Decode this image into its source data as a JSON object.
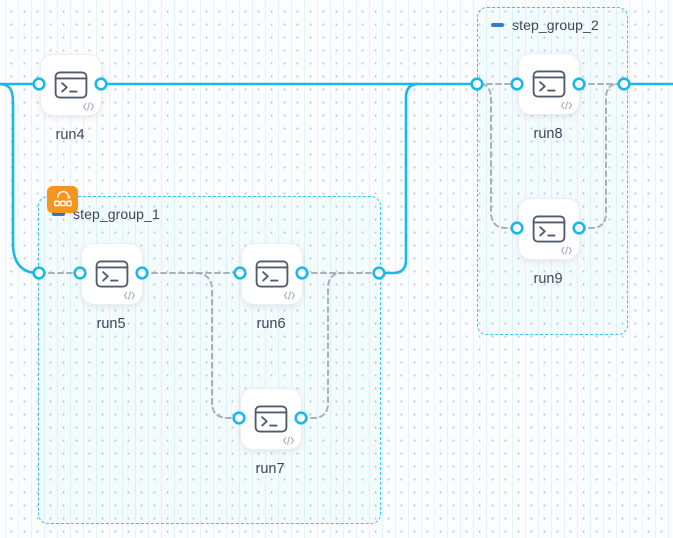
{
  "app": {
    "view": "workflow-graph-canvas"
  },
  "colors": {
    "edge_solid": "#18b9e8",
    "edge_dashed": "#a9b0ba",
    "group_border": "#35c4ec",
    "handle_ring": "#18b9e8",
    "badge_orange": "#f3951f",
    "collapse_blue": "#2e7cd6",
    "label_text": "#3c4858",
    "node_icon": "#515b6b"
  },
  "icons": {
    "node_type": "terminal-icon",
    "node_corner": "code-icon",
    "group_collapse": "minus-icon",
    "group1_badge": "loop-matrix-badge-icon"
  },
  "groups": [
    {
      "id": "step_group_1",
      "label": "step_group_1",
      "collapsed": false,
      "has_badge": true
    },
    {
      "id": "step_group_2",
      "label": "step_group_2",
      "collapsed": false,
      "has_badge": false
    }
  ],
  "nodes": [
    {
      "id": "run4",
      "label": "run4",
      "type": "script",
      "group": null
    },
    {
      "id": "run5",
      "label": "run5",
      "type": "script",
      "group": "step_group_1"
    },
    {
      "id": "run6",
      "label": "run6",
      "type": "script",
      "group": "step_group_1"
    },
    {
      "id": "run7",
      "label": "run7",
      "type": "script",
      "group": "step_group_1"
    },
    {
      "id": "run8",
      "label": "run8",
      "type": "script",
      "group": "step_group_2"
    },
    {
      "id": "run9",
      "label": "run9",
      "type": "script",
      "group": "step_group_2"
    }
  ],
  "edges": [
    {
      "from": "offscreen_left",
      "to": "run4",
      "style": "solid"
    },
    {
      "from": "offscreen_left",
      "to": "step_group_1.entry",
      "style": "solid"
    },
    {
      "from": "run4",
      "to": "step_group_2.entry",
      "style": "solid"
    },
    {
      "from": "step_group_1.exit",
      "to": "step_group_2.entry",
      "style": "solid"
    },
    {
      "from": "step_group_2.exit",
      "to": "offscreen_right",
      "style": "solid"
    },
    {
      "from": "step_group_1.entry",
      "to": "run5",
      "style": "dashed"
    },
    {
      "from": "run5",
      "to": "run6",
      "style": "dashed"
    },
    {
      "from": "run5",
      "to": "run7",
      "style": "dashed"
    },
    {
      "from": "run6",
      "to": "step_group_1.exit",
      "style": "dashed"
    },
    {
      "from": "run7",
      "to": "step_group_1.exit",
      "style": "dashed"
    },
    {
      "from": "step_group_2.entry",
      "to": "run8",
      "style": "dashed"
    },
    {
      "from": "step_group_2.entry",
      "to": "run9",
      "style": "dashed"
    },
    {
      "from": "run8",
      "to": "step_group_2.exit",
      "style": "dashed"
    },
    {
      "from": "run9",
      "to": "step_group_2.exit",
      "style": "dashed"
    }
  ]
}
